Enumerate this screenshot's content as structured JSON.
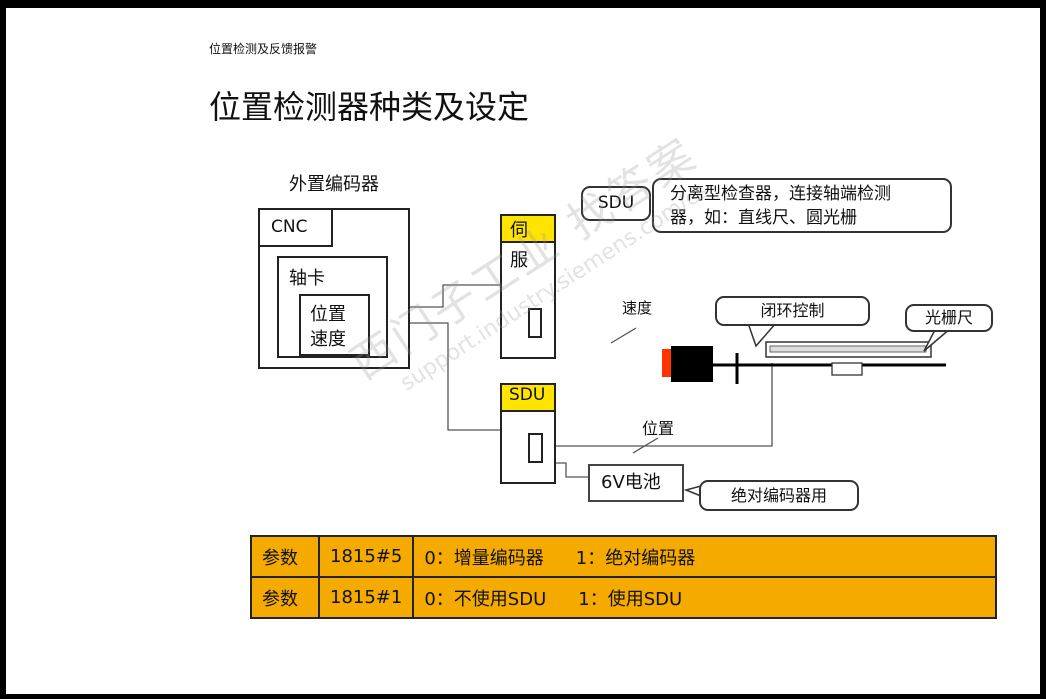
{
  "header": {
    "section": "位置检测及反馈报警",
    "title": "位置检测器种类及设定"
  },
  "diagram": {
    "ext_encoder_label": "外置编码器",
    "cnc": "CNC",
    "axis_card": "轴卡",
    "pos": "位置",
    "spd": "速度",
    "servo_top": "伺",
    "servo_bottom": "服",
    "sdu": "SDU",
    "sdu_callout_key": "SDU",
    "sdu_callout_text_1": "分离型检查器，连接轴端检测",
    "sdu_callout_text_2": "器，如：直线尺、圆光栅",
    "speed_label": "速度",
    "position_label": "位置",
    "closed_loop": "闭环控制",
    "grating": "光栅尺",
    "battery": "6V电池",
    "battery_note": "绝对编码器用"
  },
  "params": [
    {
      "label": "参数",
      "code": "1815#5",
      "opt0": "0：增量编码器",
      "opt1": "1：绝对编码器"
    },
    {
      "label": "参数",
      "code": "1815#1",
      "opt0": "0：不使用SDU",
      "opt1": "1：使用SDU"
    }
  ],
  "watermark": {
    "line1": "西门子工业 找答案",
    "line2": "support.industry.siemens.com/cs"
  },
  "colors": {
    "yellow": "#ffe400",
    "orange": "#f5aa00",
    "motor_red": "#ff3300"
  }
}
